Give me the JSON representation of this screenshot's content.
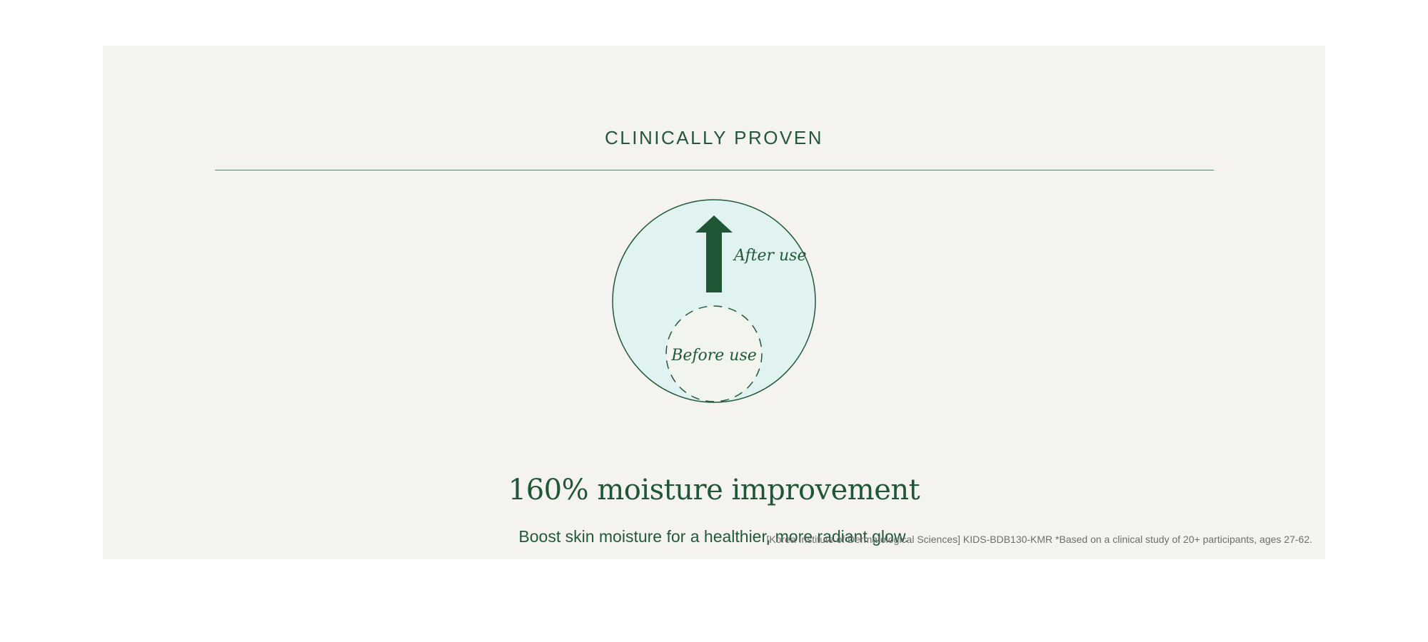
{
  "section_title": "CLINICALLY PROVEN",
  "figure": {
    "after_label": "After use",
    "before_label": "Before use",
    "colors": {
      "outer_fill": "#e0f3f1",
      "inner_fill": "#f1f5ee",
      "stroke": "#22573a",
      "arrow": "#1f5736"
    }
  },
  "headline": "160% moisture improvement",
  "subheadline": "Boost skin moisture for a healthier, more radiant glow.",
  "footnote": "[Korea Institute of Dermatological Sciences] KIDS-BDB130-KMR *Based on a clinical study of 20+ participants, ages 27-62."
}
